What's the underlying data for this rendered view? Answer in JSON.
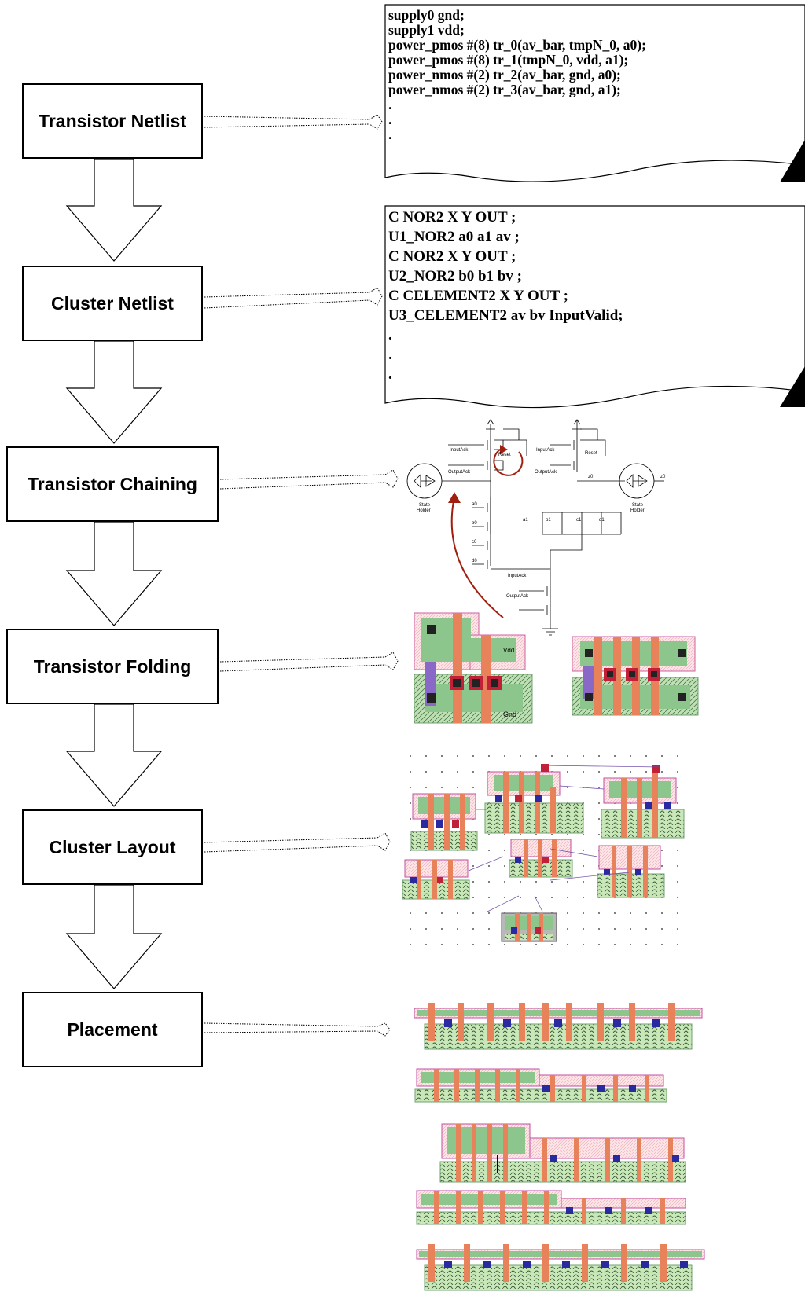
{
  "flow_steps": [
    "Transistor Netlist",
    "Cluster Netlist",
    "Transistor Chaining",
    "Transistor Folding",
    "Cluster Layout",
    "Placement"
  ],
  "transistor_netlist_doc": [
    "supply0 gnd;",
    "supply1 vdd;",
    "power_pmos #(8) tr_0(av_bar, tmpN_0, a0);",
    "power_pmos #(8) tr_1(tmpN_0, vdd, a1);",
    "power_nmos #(2) tr_2(av_bar, gnd, a0);",
    "power_nmos #(2) tr_3(av_bar, gnd, a1);",
    ".",
    ".",
    "."
  ],
  "cluster_netlist_doc": [
    "C NOR2 X Y OUT ;",
    "U1_NOR2 a0 a1 av ;",
    "C NOR2 X Y OUT ;",
    "U2_NOR2 b0 b1 bv ;",
    "C CELEMENT2 X Y OUT ;",
    "U3_CELEMENT2 av bv InputValid;",
    ".",
    ".",
    "."
  ],
  "schematic": {
    "input_ack": "InputAck",
    "output_ack": "OutputAck",
    "reset": "Reset",
    "state": "State",
    "holder": "Holder",
    "a0": "a0",
    "b0": "b0",
    "c0": "c0",
    "d0": "d0",
    "a1": "a1",
    "b1": "b1",
    "c1": "c1",
    "d1": "d1",
    "z0": "z0"
  },
  "layout_labels": {
    "vdd": "Vdd",
    "gnd": "Gnd"
  },
  "colors": {
    "poly": "#e8825a",
    "diffusion": "#8cc68c",
    "well": "#f4c9d0",
    "metal": "#8a68c8",
    "contact": "#c02038",
    "arrow": "#a02010"
  }
}
